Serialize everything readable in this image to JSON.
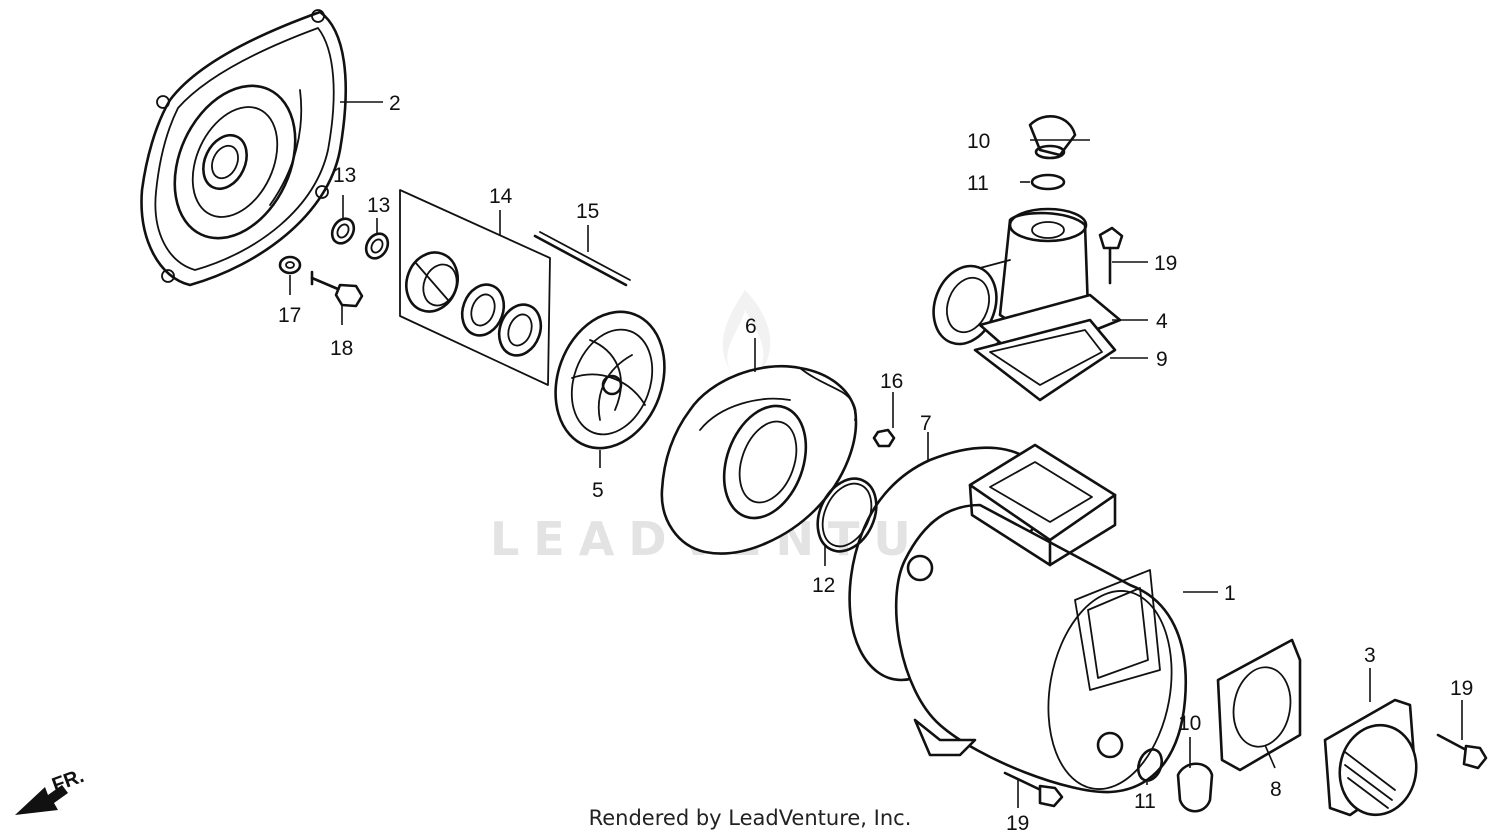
{
  "watermark": "LEADVENTURE",
  "footer": "Rendered by LeadVenture, Inc.",
  "direction_label": "FR.",
  "callouts": [
    {
      "id": "c1",
      "label": "1"
    },
    {
      "id": "c2",
      "label": "2"
    },
    {
      "id": "c3",
      "label": "3"
    },
    {
      "id": "c4",
      "label": "4"
    },
    {
      "id": "c5",
      "label": "5"
    },
    {
      "id": "c6",
      "label": "6"
    },
    {
      "id": "c7",
      "label": "7"
    },
    {
      "id": "c8",
      "label": "8"
    },
    {
      "id": "c9",
      "label": "9"
    },
    {
      "id": "c10a",
      "label": "10"
    },
    {
      "id": "c10b",
      "label": "10"
    },
    {
      "id": "c11a",
      "label": "11"
    },
    {
      "id": "c11b",
      "label": "11"
    },
    {
      "id": "c12",
      "label": "12"
    },
    {
      "id": "c13a",
      "label": "13"
    },
    {
      "id": "c13b",
      "label": "13"
    },
    {
      "id": "c14",
      "label": "14"
    },
    {
      "id": "c15",
      "label": "15"
    },
    {
      "id": "c16",
      "label": "16"
    },
    {
      "id": "c17",
      "label": "17"
    },
    {
      "id": "c18",
      "label": "18"
    },
    {
      "id": "c19a",
      "label": "19"
    },
    {
      "id": "c19b",
      "label": "19"
    },
    {
      "id": "c19c",
      "label": "19"
    }
  ]
}
